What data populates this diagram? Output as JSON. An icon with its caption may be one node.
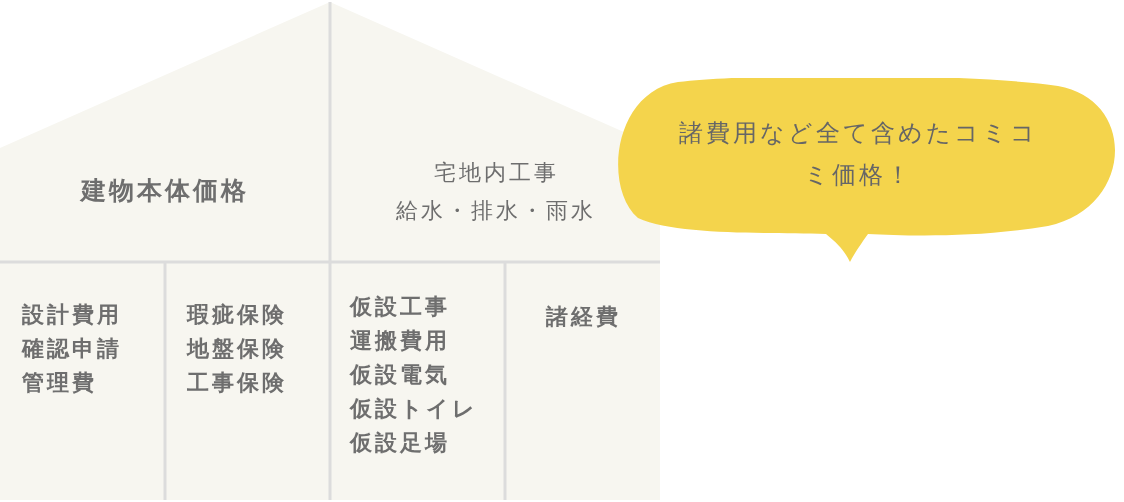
{
  "diagram": {
    "nodes": [
      {
        "text": [
          "建物本体価格"
        ]
      },
      {
        "text": [
          "宅地内工事",
          "給水・排水・雨水"
        ]
      },
      {
        "text": [
          "設計費用",
          "確認申請",
          "管理費"
        ]
      },
      {
        "text": [
          "瑕疵保険",
          "地盤保険",
          "工事保険"
        ]
      },
      {
        "text": [
          "仮設工事",
          "運搬費用",
          "仮設電気",
          "仮設トイレ",
          "仮設足場"
        ]
      },
      {
        "text": [
          "諸経費"
        ]
      },
      {
        "text": [
          "諸費用など全て含めたコミコミ価格！"
        ]
      }
    ],
    "edges": []
  }
}
